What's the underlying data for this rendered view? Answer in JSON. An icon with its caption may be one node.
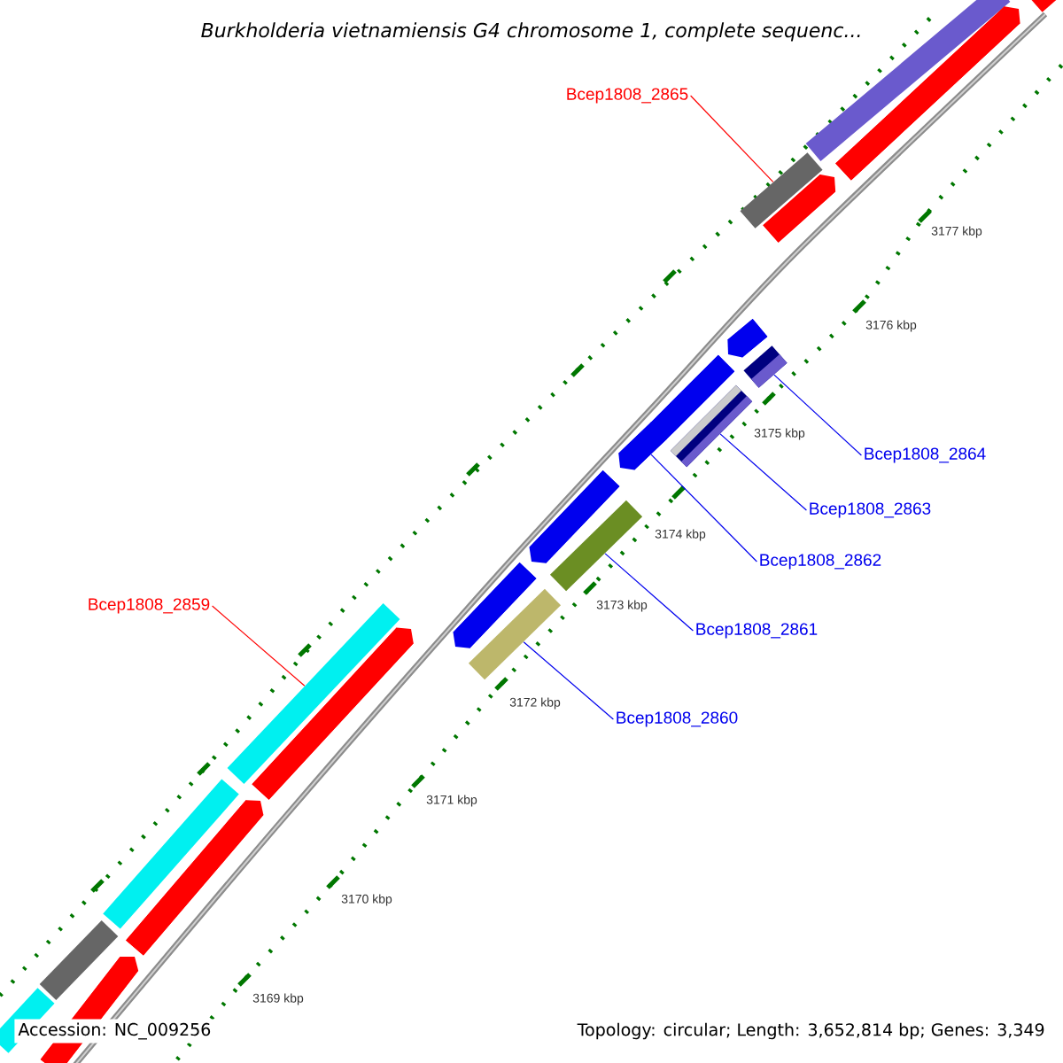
{
  "diagram": {
    "title": "Burkholderia vietnamiensis G4 chromosome 1, complete sequenc...",
    "nodes": [
      {
        "text": [
          "Bcep1808_2865"
        ]
      },
      {
        "text": [],
        "shape": "bar"
      },
      {
        "text": [
          "Bcep1808_2864"
        ]
      },
      {
        "text": [],
        "shape": "bar"
      },
      {
        "text": [
          "Bcep1808_2863"
        ]
      },
      {
        "text": [],
        "shape": "bar"
      },
      {
        "text": [
          "Bcep1808_2862"
        ]
      },
      {
        "text": [],
        "shape": "arrow"
      },
      {
        "text": [
          "Bcep1808_2861"
        ]
      },
      {
        "text": [],
        "shape": "bar"
      },
      {
        "text": [
          "Bcep1808_2860"
        ]
      },
      {
        "text": [],
        "shape": "bar"
      },
      {
        "text": [
          "Bcep1808_2859"
        ]
      },
      {
        "text": [],
        "shape": "bar"
      },
      {
        "text": [],
        "shape": "bar"
      },
      {
        "text": [],
        "shape": "bar"
      },
      {
        "text": [],
        "shape": "arrow"
      },
      {
        "text": [],
        "shape": "arrow"
      },
      {
        "text": [],
        "shape": "arrow"
      },
      {
        "text": [],
        "shape": "arrow"
      },
      {
        "text": [],
        "shape": "arrow"
      },
      {
        "text": [],
        "shape": "arrow"
      },
      {
        "text": [],
        "shape": "arrow"
      },
      {
        "text": [],
        "shape": "bar"
      },
      {
        "text": [],
        "shape": "arrow"
      },
      {
        "text": [],
        "shape": "bar"
      },
      {
        "text": [],
        "shape": "arrow"
      },
      {
        "text": [],
        "shape": "bar"
      }
    ],
    "edges": [
      {
        "from": 0,
        "to": 1,
        "arrow": "none",
        "color": "#ff0000"
      },
      {
        "from": 2,
        "to": 3,
        "arrow": "none"
      },
      {
        "from": 4,
        "to": 5,
        "arrow": "none"
      },
      {
        "from": 6,
        "to": 7,
        "arrow": "none"
      },
      {
        "from": 8,
        "to": 9,
        "arrow": "none"
      },
      {
        "from": 10,
        "to": 11,
        "arrow": "none"
      },
      {
        "from": 12,
        "to": 13,
        "arrow": "none",
        "color": "#ff0000"
      }
    ],
    "labels": [
      "3177 kbp",
      "3176 kbp",
      "3175 kbp",
      "3174 kbp",
      "3173 kbp",
      "3172 kbp",
      "3171 kbp",
      "3170 kbp",
      "3169 kbp",
      "Accession: NC_009256",
      "Topology: circular; Length: 3,652,814 bp; Genes: 3,349"
    ]
  }
}
